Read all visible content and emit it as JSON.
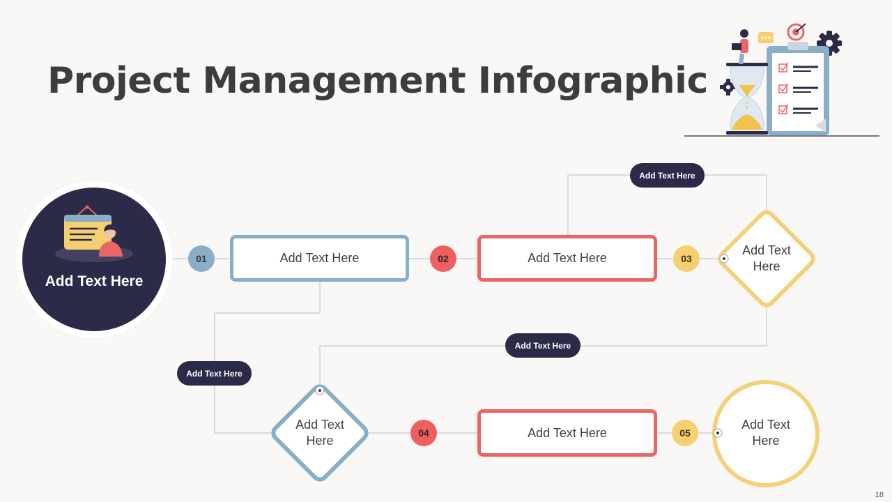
{
  "title": "Project Management Infographic",
  "page_number": "18",
  "colors": {
    "navy": "#2b2a48",
    "blue": "#8aaec6",
    "red": "#e96566",
    "yellow": "#f3d17b"
  },
  "hub": {
    "label": "Add Text Here",
    "icon": "calendar-person-icon"
  },
  "steps": [
    {
      "number": "01",
      "label": "Add Text Here",
      "shape": "rounded-rect",
      "color": "blue"
    },
    {
      "number": "02",
      "label": "Add Text Here",
      "shape": "rounded-rect",
      "color": "red"
    },
    {
      "number": "03",
      "label": "Add Text Here",
      "shape": "diamond",
      "color": "yellow"
    },
    {
      "number": "04",
      "label": "Add Text Here",
      "shape": "diamond",
      "color": "blue"
    },
    {
      "number": "05",
      "label": "Add Text Here",
      "shape": "rounded-rect",
      "color": "red"
    },
    {
      "label": "Add Text Here",
      "shape": "circle",
      "color": "yellow"
    }
  ],
  "connector_labels": [
    "Add Text Here",
    "Add Text Here",
    "Add Text Here"
  ],
  "illustration": "project-checklist-illustration"
}
